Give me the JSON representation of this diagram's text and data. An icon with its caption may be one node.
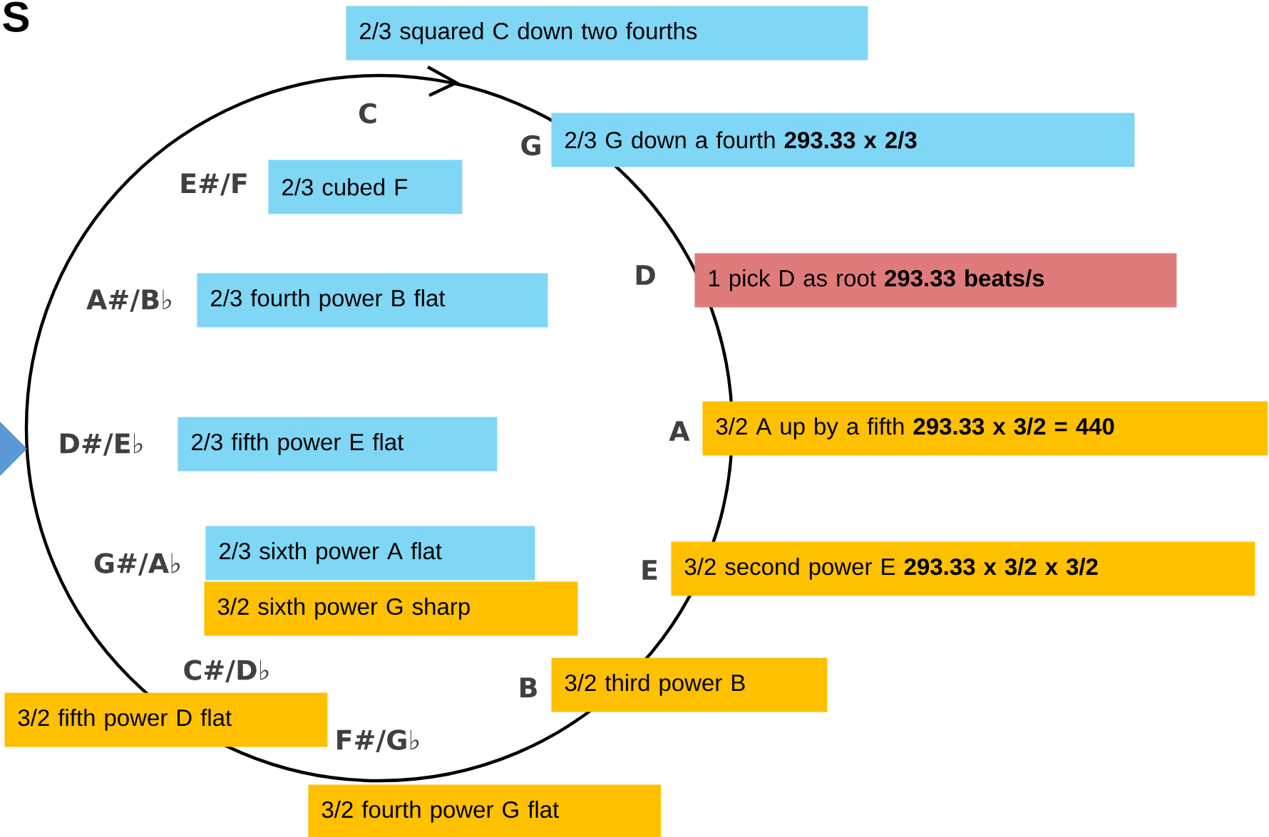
{
  "diagram": {
    "nodes": [
      {
        "text": [
          "2/3 squared   C   down two fourths"
        ]
      },
      {
        "text": [
          "2/3   G   down a fourth   **293.33 x 2/3**"
        ]
      },
      {
        "text": [
          "2/3 cubed F"
        ]
      },
      {
        "text": [
          "1   pick D as root  **293.33 beats/s**"
        ]
      },
      {
        "text": [
          "2/3 fourth power B flat"
        ]
      },
      {
        "text": [
          "3/2   A up by a fifth  **293.33 x 3/2 = 440**"
        ]
      },
      {
        "text": [
          "2/3 fifth power E flat"
        ]
      },
      {
        "text": [
          "2/3 sixth power A flat"
        ]
      },
      {
        "text": [
          "3/2 second power E   **293.33 x 3/2 x 3/2**"
        ]
      },
      {
        "text": [
          "3/2 sixth power G sharp"
        ]
      },
      {
        "text": [
          "3/2 third power B"
        ]
      },
      {
        "text": [
          "3/2 fifth power D flat"
        ]
      },
      {
        "text": [
          "3/2 fourth power G flat"
        ]
      },
      {
        "text": [],
        "shape": "arrow"
      }
    ],
    "labels": [
      "S",
      "C",
      "G",
      "E#/F",
      "D",
      "A#/B♭",
      "A",
      "D#/E♭",
      "E",
      "G#/A♭",
      "C#/D♭",
      "B",
      "F#/G♭"
    ]
  }
}
